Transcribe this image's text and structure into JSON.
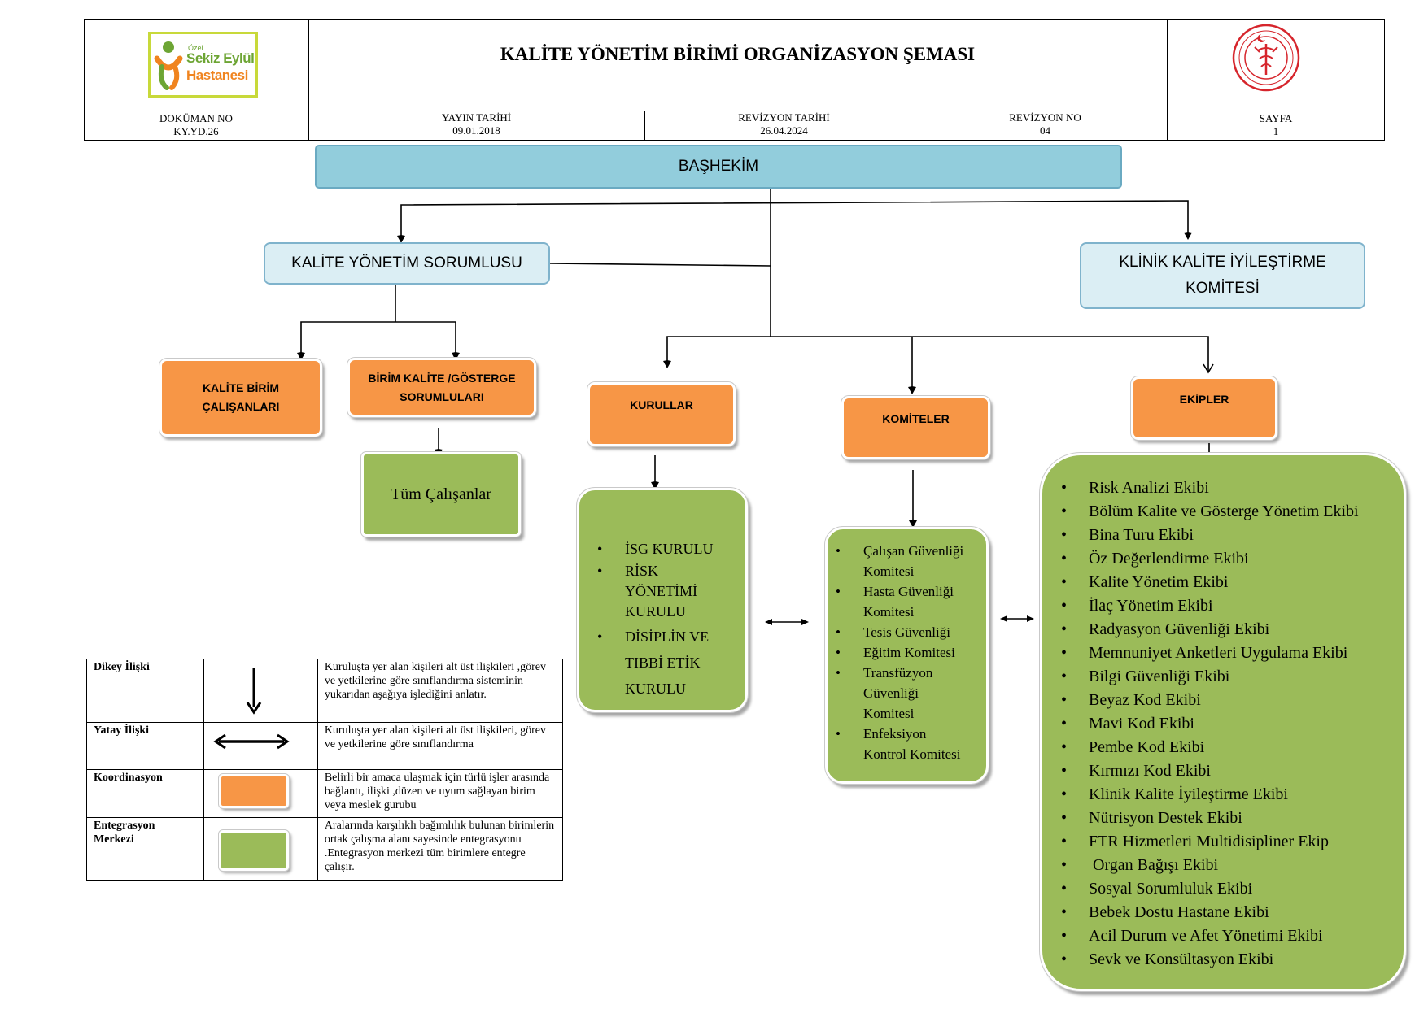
{
  "header": {
    "logo": {
      "small_text": "Özel",
      "line1": "Sekiz Eylül",
      "line2": "Hastanesi",
      "colors": {
        "orange": "#f0841f",
        "green": "#6da534",
        "frame": "#c8d93a"
      }
    },
    "title": "KALİTE YÖNETİM BİRİMİ ORGANİZASYON ŞEMASI",
    "seal_color": "#d6252c",
    "doc_no_label": "DOKÜMAN NO",
    "doc_no": "KY.YD.26",
    "publish_label": "YAYIN TARİHİ",
    "publish_date": "09.01.2018",
    "revision_date_label": "REVİZYON TARİHİ",
    "revision_date": "26.04.2024",
    "revision_no_label": "REVİZYON NO",
    "revision_no": "04",
    "page_label": "SAYFA",
    "page_no": "1"
  },
  "chart": {
    "chief": "BAŞHEKİM",
    "quality_manager": "KALİTE YÖNETİM SORUMLUSU",
    "clinical_committee": "KLİNİK KALİTE İYİLEŞTİRME KOMİTESİ",
    "quality_staff": "KALİTE BİRİM ÇALIŞANLARI",
    "unit_quality": "BİRİM KALİTE /GÖSTERGE SORUMLULARI",
    "all_staff": "Tüm Çalışanlar",
    "boards": "KURULLAR",
    "committees": "KOMİTELER",
    "teams": "EKİPLER",
    "boards_list": [
      "İSG KURULU",
      "RİSK YÖNETİMİ KURULU",
      "DİSİPLİN VE TIBBİ ETİK KURULU"
    ],
    "committees_list": [
      "Çalışan Güvenliği Komitesi",
      "Hasta Güvenliği Komitesi",
      "Tesis Güvenliği",
      "Eğitim Komitesi",
      "Transfüzyon Güvenliği Komitesi",
      "Enfeksiyon Kontrol Komitesi"
    ],
    "teams_list": [
      "Risk Analizi Ekibi",
      "Bölüm Kalite ve Gösterge Yönetim Ekibi",
      "Bina Turu Ekibi",
      "Öz Değerlendirme Ekibi",
      "Kalite Yönetim Ekibi",
      "İlaç Yönetim Ekibi",
      "Radyasyon Güvenliği Ekibi",
      "Memnuniyet Anketleri Uygulama Ekibi",
      "Bilgi Güvenliği Ekibi",
      "Beyaz Kod Ekibi",
      "Mavi Kod Ekibi",
      "Pembe Kod Ekibi",
      "Kırmızı Kod Ekibi",
      "Klinik Kalite İyileştirme Ekibi",
      "Nütrisyon Destek Ekibi",
      "FTR Hizmetleri Multidisipliner Ekip",
      " Organ Bağışı Ekibi",
      "Sosyal Sorumluluk Ekibi",
      "Bebek Dostu Hastane Ekibi",
      "Acil Durum ve Afet Yönetimi Ekibi",
      "Sevk ve Konsültasyon Ekibi"
    ],
    "colors": {
      "blue_fill": "#dbeef4",
      "chief_fill": "#92cddc",
      "orange": "#f79646",
      "green": "#9bbb59"
    }
  },
  "legend": {
    "rows": [
      {
        "term": "Dikey İlişki",
        "desc": "Kuruluşta yer alan kişileri alt üst ilişkileri ,görev ve yetkilerine göre sınıflandırma sisteminin yukarıdan aşağıya işlediğini anlatır."
      },
      {
        "term": "Yatay İlişki",
        "desc": "Kuruluşta yer alan kişileri alt üst ilişkileri, görev ve yetkilerine göre sınıflandırma"
      },
      {
        "term": "Koordinasyon",
        "desc": "Belirli bir amaca ulaşmak için türlü işler arasında bağlantı, ilişki ,düzen ve uyum sağlayan birim veya meslek gurubu"
      },
      {
        "term": "Entegrasyon Merkezi",
        "desc": "Aralarında karşılıklı bağımlılık bulunan birimlerin ortak çalışma alanı sayesinde entegrasyonu .Entegrasyon merkezi tüm birimlere entegre çalışır."
      }
    ]
  }
}
